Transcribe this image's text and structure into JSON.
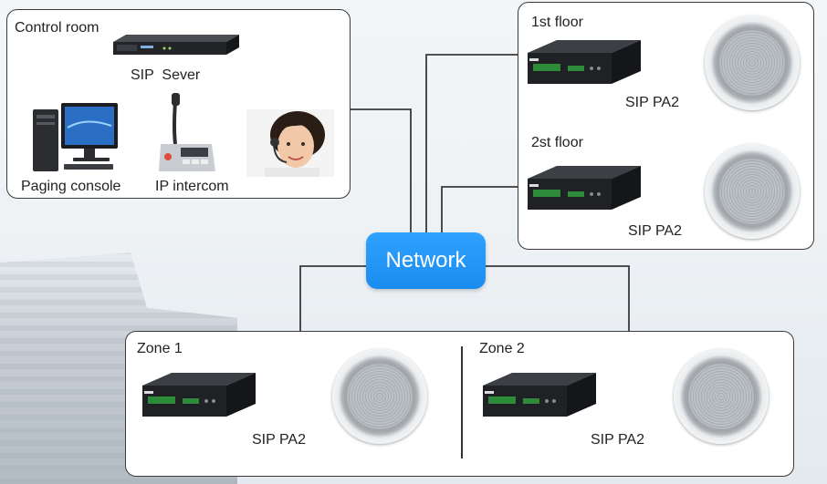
{
  "control_room": {
    "title": "Control room",
    "sip_server_label": "SIP  Sever",
    "paging_console_label": "Paging console",
    "ip_intercom_label": "IP intercom"
  },
  "floors": [
    {
      "title": "1st floor",
      "device_label": "SIP PA2"
    },
    {
      "title": "2st floor",
      "device_label": "SIP PA2"
    }
  ],
  "network": {
    "label": "Network",
    "color": "#1a8cf0"
  },
  "zones": [
    {
      "title": "Zone 1",
      "device_label": "SIP PA2"
    },
    {
      "title": "Zone 2",
      "device_label": "SIP PA2"
    }
  ],
  "icons": {
    "server": "rack-server-icon",
    "pc": "desktop-pc-icon",
    "intercom": "gooseneck-microphone-icon",
    "operator": "headset-operator-photo",
    "amplifier": "sip-pa2-amplifier-icon",
    "speaker": "ceiling-speaker-icon"
  }
}
